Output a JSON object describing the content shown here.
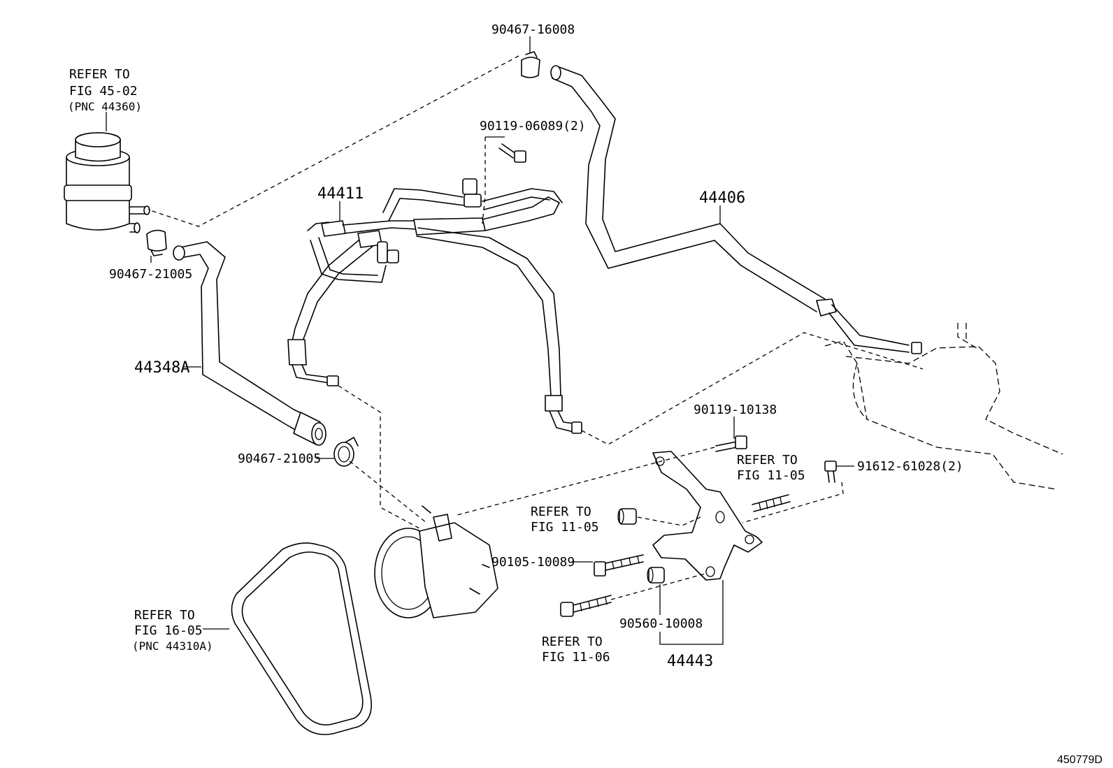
{
  "reference_id": "450779D",
  "labels": {
    "reservoir_ref": [
      "REFER TO",
      "FIG 45-02",
      "(PNC 44360)"
    ],
    "clamp_top": "90467-16008",
    "bolt_top": "90119-06089(2)",
    "hose_44411": "44411",
    "hose_44406": "44406",
    "clamp_left": "90467-21005",
    "hose_44348A": "44348A",
    "clamp_mid": "90467-21005",
    "bolt_bracket": "90119-10138",
    "stud_ref": [
      "REFER TO",
      "FIG 11-05"
    ],
    "bolt_right": "91612-61028(2)",
    "collar_ref": [
      "REFER TO",
      "FIG 11-05"
    ],
    "bolt_lower": "90105-10089",
    "belt_ref": [
      "REFER TO",
      "FIG 16-05",
      "(PNC 44310A)"
    ],
    "collar_lower": "90560-10008",
    "bolt_bottom_ref": [
      "REFER TO",
      "FIG 11-06"
    ],
    "bracket_44443": "44443"
  }
}
